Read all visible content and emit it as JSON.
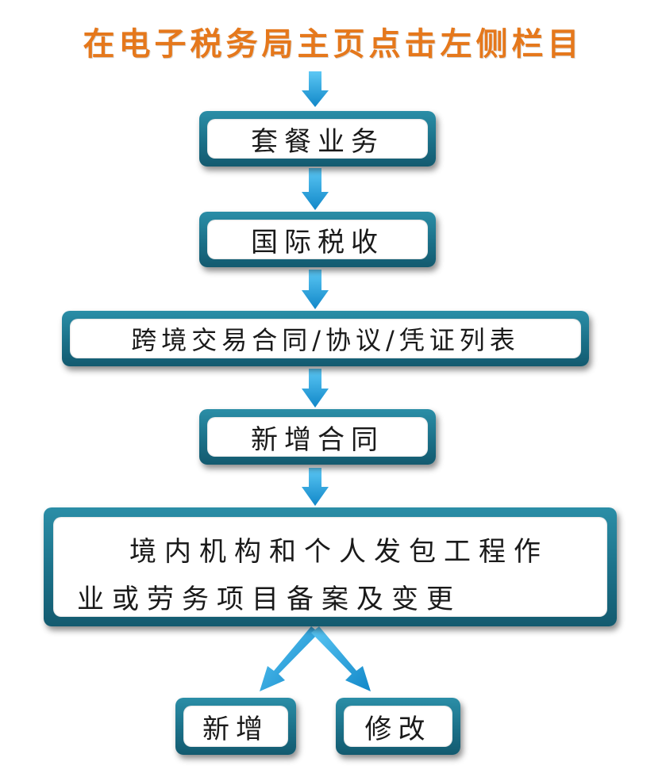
{
  "title": "在电子税务局主页点击左侧栏目",
  "steps": [
    {
      "label": "套餐业务"
    },
    {
      "label": "国际税收"
    },
    {
      "label": "跨境交易合同/协议/凭证列表"
    },
    {
      "label": "新增合同"
    }
  ],
  "detail": {
    "line1": "境内机构和个人发包工程作",
    "line2": "业或劳务项目备案及变更"
  },
  "branches": [
    {
      "label": "新增"
    },
    {
      "label": "修改"
    }
  ],
  "colors": {
    "title": "#e5781c",
    "box_frame": "#1b7088",
    "arrow": "#1aa3e0"
  }
}
